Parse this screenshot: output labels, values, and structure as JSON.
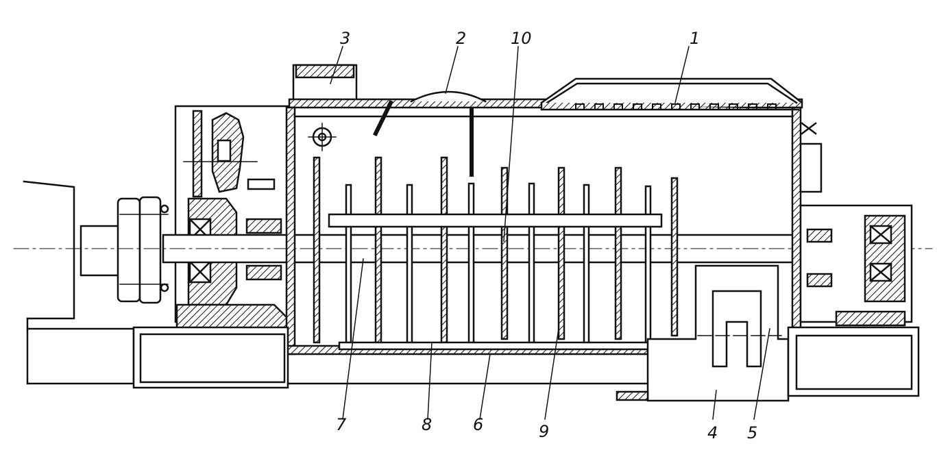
{
  "colors": {
    "ink": "#111111",
    "paper": "#ffffff"
  },
  "labels": {
    "l1": "1",
    "l2": "2",
    "l3": "3",
    "l4": "4",
    "l5": "5",
    "l6": "6",
    "l7": "7",
    "l8": "8",
    "l9": "9",
    "l10": "10"
  }
}
